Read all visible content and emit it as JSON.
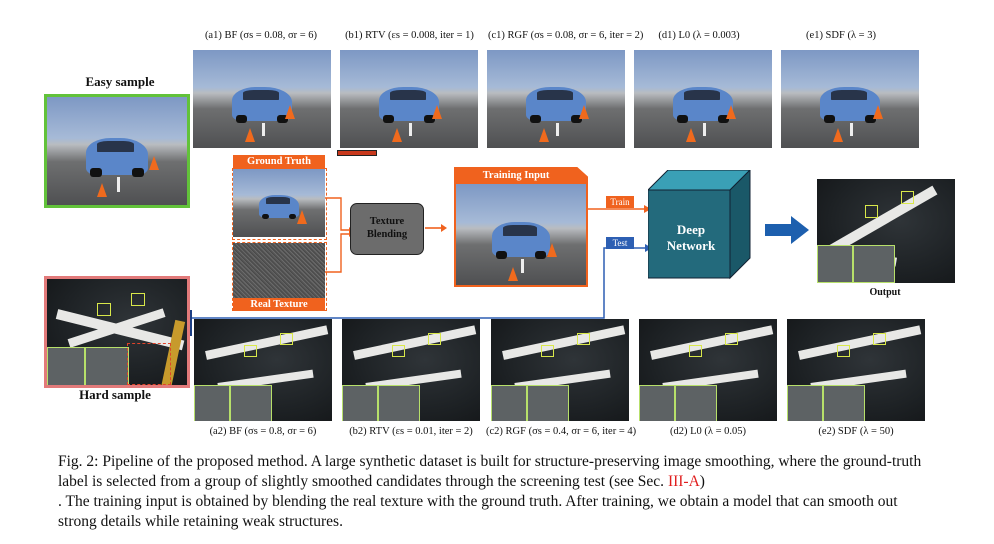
{
  "top_row_labels": [
    "(a1) BF  (σs = 0.08, σr = 6)",
    "(b1) RTV  (εs = 0.008, iter = 1)",
    "(c1) RGF  (σs = 0.08, σr = 6, iter = 2)",
    "(d1) L0  (λ = 0.003)",
    "(e1) SDF  (λ = 3)"
  ],
  "bottom_row_labels": [
    "(a2) BF  (σs = 0.8, σr = 6)",
    "(b2) RTV  (εs = 0.01, iter = 2)",
    "(c2) RGF  (σs = 0.4, σr = 6, iter = 4)",
    "(d2) L0  (λ = 0.05)",
    "(e2) SDF  (λ = 50)"
  ],
  "easy_sample": "Easy sample",
  "hard_sample": "Hard sample",
  "ground_truth": "Ground Truth",
  "real_texture": "Real Texture",
  "texture_blending": "Texture Blending",
  "training_input": "Training Input",
  "train_tag": "Train",
  "test_tag": "Test",
  "deep_network": "Deep Network",
  "output": "Output",
  "caption": {
    "part1": "Fig. 2: Pipeline of the proposed method. A large synthetic dataset is built for structure-preserving image smoothing, where the ground-truth label is selected from a group of slightly smoothed candidates through the screening test (see Sec. ",
    "ref": "III-A",
    "part2": ")",
    "part3": ". The training input is obtained by blending the real texture with the ground truth. After training, we obtain a model that can smooth out strong details while retaining weak structures."
  },
  "colors": {
    "easy_border": "#62c23a",
    "hard_border": "#e27a7a",
    "orange": "#f0621e",
    "blue": "#2d5fb3",
    "network": "#1f5b6b",
    "arrow": "#1d5fae"
  }
}
